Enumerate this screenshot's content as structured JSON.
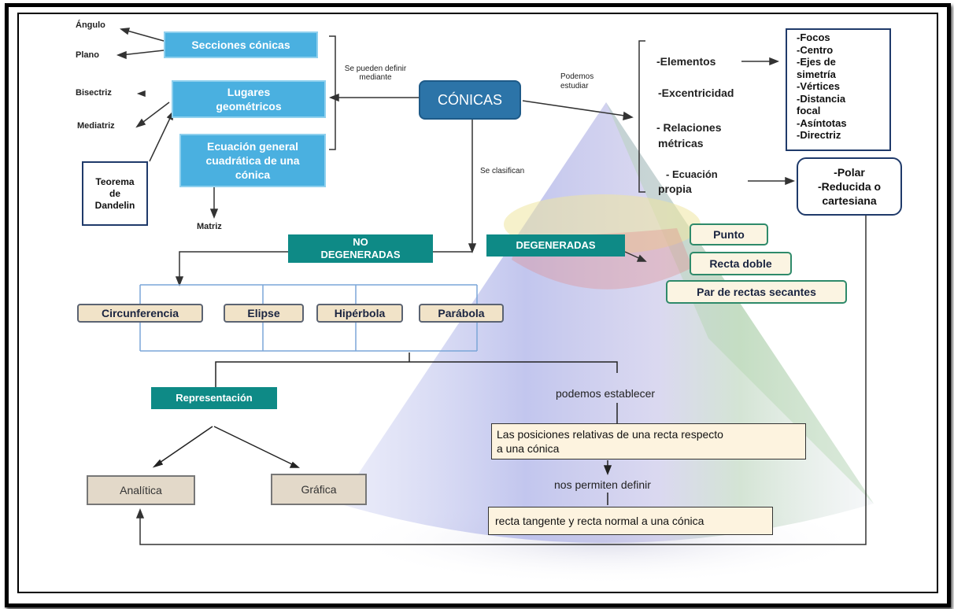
{
  "root": "CÓNICAS",
  "left_branch": {
    "connector": "Se pueden definir mediante",
    "secciones": "Secciones cónicas",
    "angulo": "Ángulo",
    "plano": "Plano",
    "lugares_line1": "Lugares",
    "lugares_line2": "geométricos",
    "bisectriz": "Bisectriz",
    "mediatriz": "Mediatriz",
    "ecuacion_line1": "Ecuación general",
    "ecuacion_line2": "cuadrática de una",
    "ecuacion_line3": "cónica",
    "matriz": "Matriz",
    "teorema_line1": "Teorema",
    "teorema_line2": "de",
    "teorema_line3": "Dandelin"
  },
  "right_branch": {
    "connector_line1": "Podemos",
    "connector_line2": "estudiar",
    "elementos": "-Elementos",
    "excentricidad": "-Excentricidad",
    "relaciones_line1": "- Relaciones",
    "relaciones_line2": "métricas",
    "ecuacion_line1": "- Ecuación",
    "ecuacion_line2": "propia",
    "elements_list": [
      "-Focos",
      "-Centro",
      "-Ejes de",
      "simetría",
      "-Vértices",
      "-Distancia",
      "focal",
      "-Asíntotas",
      "-Directriz"
    ],
    "forms": [
      "-Polar",
      "-Reducida o",
      "cartesiana"
    ]
  },
  "classification": {
    "connector": "Se clasifican",
    "no_deg_line1": "NO",
    "no_deg_line2": "DEGENERADAS",
    "deg": "DEGENERADAS",
    "deg_items": [
      "Punto",
      "Recta doble",
      "Par de rectas secantes"
    ],
    "conics": [
      "Circunferencia",
      "Elipse",
      "Hipérbola",
      "Parábola"
    ]
  },
  "bottom": {
    "representacion": "Representación",
    "analitica": "Analítica",
    "grafica": "Gráfica",
    "podemos": "podemos establecer",
    "posiciones_line1": "Las posiciones  relativas de una recta respecto",
    "posiciones_line2": "a una cónica",
    "nos_permiten": "nos permiten definir",
    "recta": "recta tangente y recta normal a una cónica"
  },
  "colors": {
    "blue_box": "#4ab0e0",
    "teal_box": "#0e8a86",
    "beige_box": "#f1e3c8",
    "cone": "#b9bde6"
  }
}
